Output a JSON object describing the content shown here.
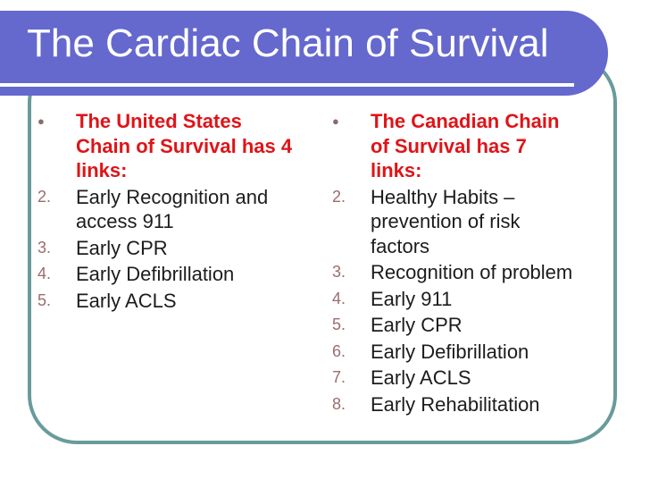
{
  "slide": {
    "title": "The Cardiac Chain of Survival",
    "colors": {
      "banner": "#6568cd",
      "teal": "#699b9b",
      "red": "#df1418",
      "body": "#1c1c1c",
      "marker": "#9c6c6c",
      "bullet": "#8c6b6b"
    },
    "columns": [
      {
        "name": "united-states",
        "items": [
          {
            "marker": "●",
            "lines": [
              "The United States",
              "Chain of Survival has 4",
              "links:"
            ]
          },
          {
            "marker": "2.",
            "lines": [
              "Early Recognition and",
              "access 911"
            ]
          },
          {
            "marker": "3.",
            "lines": [
              "Early CPR"
            ]
          },
          {
            "marker": "4.",
            "lines": [
              "Early Defibrillation"
            ]
          },
          {
            "marker": "5.",
            "lines": [
              "Early ACLS"
            ]
          }
        ]
      },
      {
        "name": "canada",
        "items": [
          {
            "marker": "●",
            "lines": [
              "The Canadian Chain",
              "of Survival has 7",
              "links:"
            ]
          },
          {
            "marker": "2.",
            "lines": [
              "Healthy Habits –",
              "prevention of risk",
              "factors"
            ]
          },
          {
            "marker": "3.",
            "lines": [
              "Recognition of problem"
            ]
          },
          {
            "marker": "4.",
            "lines": [
              "Early 911"
            ]
          },
          {
            "marker": "5.",
            "lines": [
              "Early CPR"
            ]
          },
          {
            "marker": "6.",
            "lines": [
              "Early Defibrillation"
            ]
          },
          {
            "marker": "7.",
            "lines": [
              "Early ACLS"
            ]
          },
          {
            "marker": "8.",
            "lines": [
              "Early Rehabilitation"
            ]
          }
        ]
      }
    ]
  }
}
